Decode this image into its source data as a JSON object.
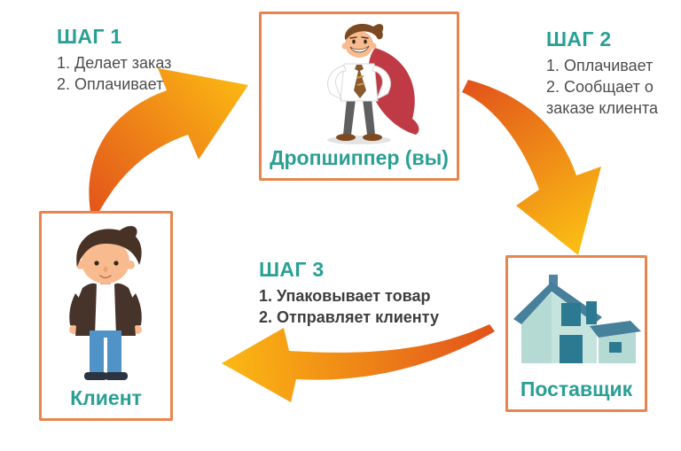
{
  "diagram": {
    "topic": "dropshipping-cycle",
    "background": "#FFFFFF"
  },
  "colors": {
    "accent_teal": "#2AA095",
    "box_border_orange": "#E8854F",
    "arrow_gradient_start": "#E2531B",
    "arrow_gradient_end": "#FBB713",
    "body_text": "#4D4D4F"
  },
  "steps": [
    {
      "title": "ШАГ 1",
      "items": [
        "1. Делает заказ",
        "2. Оплачивает"
      ]
    },
    {
      "title": "ШАГ 2",
      "items": [
        "1. Оплачивает",
        "2. Сообщает о заказе клиента"
      ]
    },
    {
      "title": "ШАГ 3",
      "items": [
        "1. Упаковывает товар",
        "2. Отправляет клиенту"
      ]
    }
  ],
  "nodes": {
    "dropshipper": {
      "label": "Дропшиппер (вы)",
      "icon": "superhero-businessman"
    },
    "client": {
      "label": "Клиент",
      "icon": "young-man"
    },
    "supplier": {
      "label": "Поставщик",
      "icon": "house"
    }
  },
  "arrows": [
    {
      "name": "client-to-dropshipper",
      "direction": "up-right"
    },
    {
      "name": "dropshipper-to-supplier",
      "direction": "down-right"
    },
    {
      "name": "supplier-to-client",
      "direction": "left"
    }
  ]
}
